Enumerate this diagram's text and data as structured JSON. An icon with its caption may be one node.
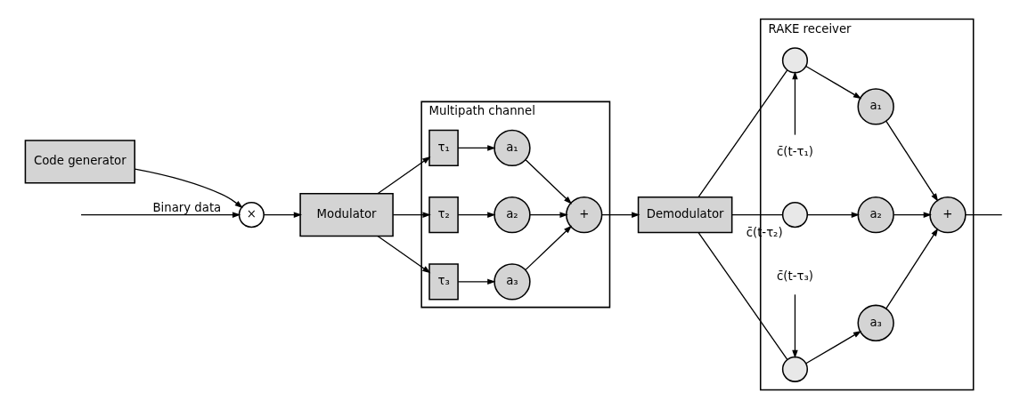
{
  "diagram": {
    "nodes": [
      {
        "text": [
          "×"
        ]
      },
      {
        "text": [
          "Modulator"
        ]
      },
      {
        "text": [
          "Code generator"
        ]
      },
      {
        "text": [
          "Multipath channel"
        ]
      },
      {
        "text": [
          "τ₁"
        ],
        "in": 3
      },
      {
        "text": [
          "a₁"
        ],
        "in": 3
      },
      {
        "text": [
          "τ₂"
        ],
        "in": 3
      },
      {
        "text": [
          "a₂"
        ],
        "in": 3
      },
      {
        "text": [
          "τ₃"
        ],
        "in": 3
      },
      {
        "text": [
          "a₃"
        ],
        "in": 3
      },
      {
        "text": [
          "+"
        ],
        "in": 3
      },
      {
        "text": [
          "Demodulator"
        ]
      },
      {
        "text": [
          "RAKE receiver"
        ]
      },
      {
        "text": [
          "c̄(t-τ₁)"
        ],
        "in": 12
      },
      {
        "text": [],
        "shape": "circle",
        "in": 12
      },
      {
        "text": [
          "a₁"
        ],
        "in": 12
      },
      {
        "text": [],
        "shape": "circle",
        "in": 12,
        "beside": [
          "c̄(t-τ₂)"
        ]
      },
      {
        "text": [
          "a₂"
        ],
        "in": 12
      },
      {
        "text": [],
        "shape": "circle",
        "in": 12
      },
      {
        "text": [
          "a₃"
        ],
        "in": 12
      },
      {
        "text": [
          "c̄(t-τ₃)"
        ],
        "in": 12
      },
      {
        "text": [
          "+"
        ],
        "in": 12
      }
    ],
    "edges": [
      {
        "from": null,
        "to": 0,
        "arrow": "to",
        "label": "Binary data"
      },
      {
        "from": 2,
        "to": 0,
        "arrow": "to"
      },
      {
        "from": 0,
        "to": 1,
        "arrow": "to"
      },
      {
        "from": 1,
        "to": 4,
        "arrow": "to"
      },
      {
        "from": 1,
        "to": 6,
        "arrow": "to"
      },
      {
        "from": 1,
        "to": 8,
        "arrow": "to"
      },
      {
        "from": 4,
        "to": 5,
        "arrow": "to"
      },
      {
        "from": 6,
        "to": 7,
        "arrow": "to"
      },
      {
        "from": 8,
        "to": 9,
        "arrow": "to"
      },
      {
        "from": 5,
        "to": 10,
        "arrow": "to"
      },
      {
        "from": 7,
        "to": 10,
        "arrow": "to"
      },
      {
        "from": 9,
        "to": 10,
        "arrow": "to"
      },
      {
        "from": 10,
        "to": 11,
        "arrow": "to"
      },
      {
        "from": 11,
        "to": 14,
        "arrow": "none"
      },
      {
        "from": 11,
        "to": 16,
        "arrow": "none"
      },
      {
        "from": 11,
        "to": 18,
        "arrow": "none"
      },
      {
        "from": 13,
        "to": 14,
        "arrow": "to"
      },
      {
        "from": 20,
        "to": 18,
        "arrow": "to"
      },
      {
        "from": 14,
        "to": 15,
        "arrow": "to"
      },
      {
        "from": 16,
        "to": 17,
        "arrow": "to"
      },
      {
        "from": 18,
        "to": 19,
        "arrow": "to"
      },
      {
        "from": 15,
        "to": 21,
        "arrow": "to"
      },
      {
        "from": 17,
        "to": 21,
        "arrow": "to"
      },
      {
        "from": 19,
        "to": 21,
        "arrow": "to"
      },
      {
        "from": 21,
        "to": null,
        "arrow": "none"
      }
    ]
  }
}
